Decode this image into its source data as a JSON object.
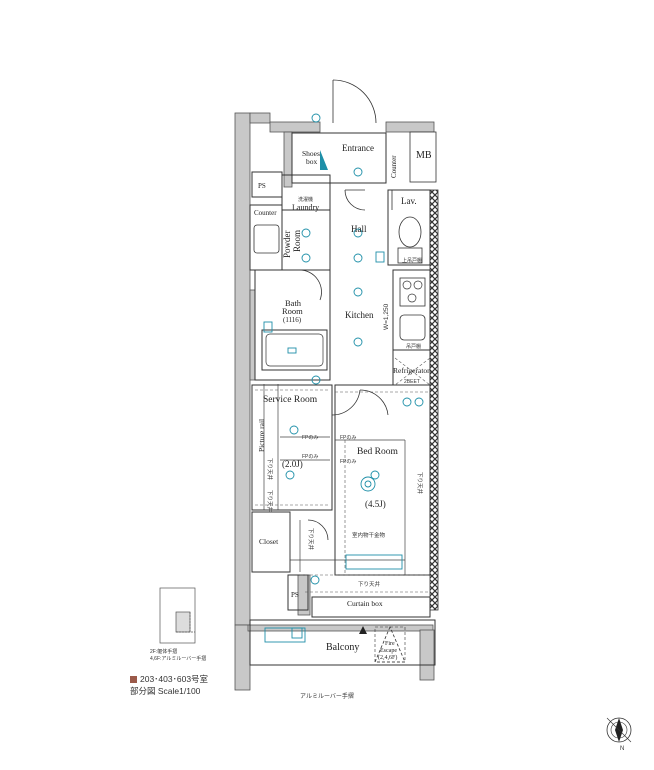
{
  "rooms": {
    "entrance": "Entrance",
    "shoes_box": [
      "Shoes",
      "box"
    ],
    "counter_entrance": "Counter",
    "mb": "MB",
    "ps_top": "PS",
    "laundry": "Laundry",
    "laundry_note": "洗濯機",
    "counter_powder": "Counter",
    "powder_room": [
      "Powder",
      "Room"
    ],
    "hall": "Hall",
    "lav": "Lav.",
    "bath_room": [
      "Bath",
      "Room",
      "(1116)"
    ],
    "kitchen": "Kitchen",
    "kitchen_width": "W=1,250",
    "refrigerator": "Refrigerator",
    "service_room": "Service Room",
    "picture_rail": "Picture rail",
    "service_size": "(2.0J)",
    "bed_room": "Bed Room",
    "bed_size": "(4.5J)",
    "closet": "Closet",
    "ps_bottom": "PS",
    "curtain_box": "Curtain box",
    "balcony": "Balcony",
    "fire_escape": [
      "Fire",
      "Escape",
      "(2,4,6F)"
    ]
  },
  "notes": {
    "lower_ceiling_1": "下り天井",
    "lower_ceiling_2": "下り天井",
    "lower_ceiling_3": "下り天井",
    "lower_ceiling_4": "下り天井",
    "lower_ceiling_5": "下り天井",
    "fp_only_1": "FPのみ",
    "fp_only_2": "FPのみ",
    "fp_only_3": "FPのみ",
    "fp_only_4": "FPのみ",
    "indoor_dryer": "室内物干金物",
    "toilet_note": "上吊戸棚",
    "sink_note": "吊戸棚",
    "fridge_note": "2BEET"
  },
  "key_plan": {
    "line1": "2F:躯体手摺",
    "line2": "4,6F:アルミルーバー手摺"
  },
  "caption": {
    "unit": "203･403･603号室",
    "scale": "部分図  Scale1/100"
  },
  "rail_note": "アルミルーバー手摺",
  "compass": "N",
  "colors": {
    "wall": "#c8c8c8",
    "wall_dark": "#a8a8a8",
    "line": "#333333",
    "fixture": "#1e8fa8",
    "accent": "#9b5a4a"
  }
}
